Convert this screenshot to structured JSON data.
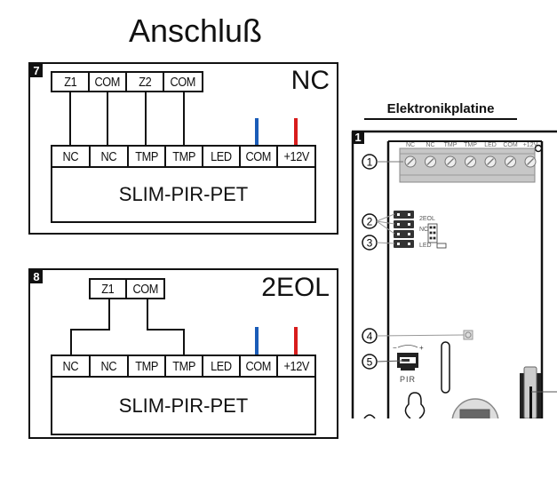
{
  "title": "Anschluß",
  "diagrams": [
    {
      "number": "7",
      "mode": "NC",
      "zone_terminals": [
        "Z1",
        "COM",
        "Z2",
        "COM"
      ],
      "detector_terminals": [
        "NC",
        "NC",
        "TMP",
        "TMP",
        "LED",
        "COM",
        "+12V"
      ],
      "device_name": "SLIM-PIR-PET"
    },
    {
      "number": "8",
      "mode": "2EOL",
      "zone_terminals": [
        "Z1",
        "COM"
      ],
      "detector_terminals": [
        "NC",
        "NC",
        "TMP",
        "TMP",
        "LED",
        "COM",
        "+12V"
      ],
      "device_name": "SLIM-PIR-PET"
    }
  ],
  "board": {
    "heading": "Elektronikplatine",
    "number": "1",
    "terminal_labels": [
      "NC",
      "NC",
      "TMP",
      "TMP",
      "LED",
      "COM",
      "+12V"
    ],
    "callouts": [
      "1",
      "2",
      "3",
      "4",
      "5"
    ],
    "jumper_labels": [
      "2EOL",
      "NC",
      "LED"
    ],
    "sensor_label": "PIR",
    "pot_minus": "−",
    "pot_plus": "+"
  },
  "colors": {
    "com_wire": "#1a5cb8",
    "power_wire": "#d81c1c"
  }
}
